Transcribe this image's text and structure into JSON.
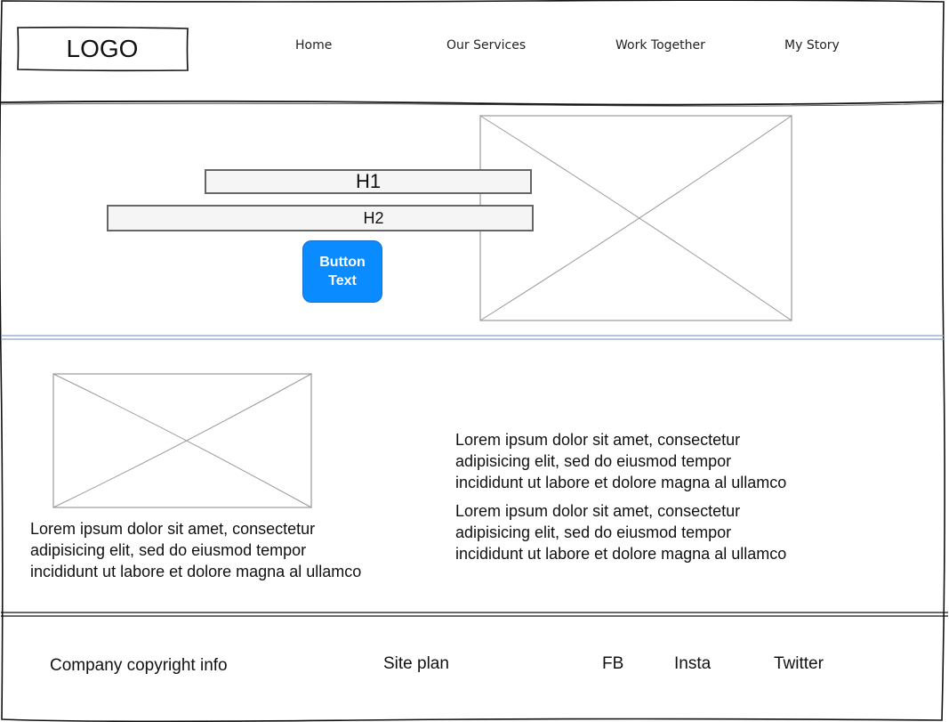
{
  "header": {
    "logo": "LOGO",
    "nav": [
      {
        "label": "Home"
      },
      {
        "label": "Our Services"
      },
      {
        "label": "Work Together"
      },
      {
        "label": "My Story"
      }
    ]
  },
  "hero": {
    "h1": "H1",
    "h2": "H2",
    "button_line1": "Button",
    "button_line2": "Text",
    "button_color": "#0a8bff"
  },
  "content": {
    "left_paragraph": {
      "line1": "Lorem ipsum dolor sit amet, consectetur",
      "line2": "adipisicing elit, sed do eiusmod tempor",
      "line3": "incididunt ut labore et dolore magna al ullamco"
    },
    "right_paragraphs": [
      {
        "line1": "Lorem ipsum dolor sit amet, consectetur",
        "line2": "adipisicing elit, sed do eiusmod tempor",
        "line3": "incididunt ut labore et dolore magna al ullamco"
      },
      {
        "line1": "Lorem ipsum dolor sit amet, consectetur",
        "line2": "adipisicing elit, sed do eiusmod tempor",
        "line3": "incididunt ut labore et dolore magna al ullamco"
      }
    ]
  },
  "footer": {
    "copyright": "Company copyright info",
    "site_plan": "Site plan",
    "social": [
      {
        "label": "FB"
      },
      {
        "label": "Insta"
      },
      {
        "label": "Twitter"
      }
    ]
  }
}
